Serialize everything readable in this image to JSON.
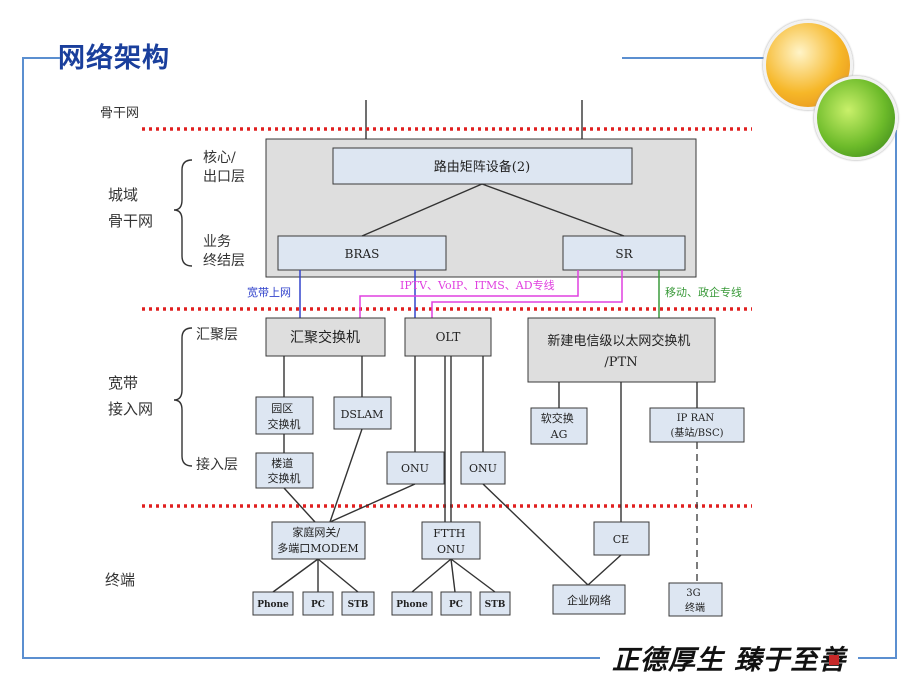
{
  "slide": {
    "title": "网络架构",
    "motto": "正德厚生 臻于至善"
  },
  "layers": {
    "top_cut": "骨干网",
    "metro": "城域\n骨干网",
    "core": "核心/\n出口层",
    "service": "业务\n终结层",
    "broadband": "宽带\n接入网",
    "aggregation": "汇聚层",
    "access": "接入层",
    "terminal": "终端"
  },
  "nodes": {
    "router": "路由矩阵设备(2)",
    "bras": "BRAS",
    "sr": "SR",
    "agg_switch": "汇聚交换机",
    "olt": "OLT",
    "telecom_switch_1": "新建电信级以太网交换机",
    "telecom_switch_2": "/PTN",
    "campus_switch_1": "园区",
    "campus_switch_2": "交换机",
    "dslam": "DSLAM",
    "softswitch_1": "软交换",
    "softswitch_2": "AG",
    "ipran_1": "IP RAN",
    "ipran_2": "(基站/BSC)",
    "building_switch_1": "楼道",
    "building_switch_2": "交换机",
    "onu_a": "ONU",
    "onu_b": "ONU",
    "home_gw_1": "家庭网关/",
    "home_gw_2": "多端口MODEM",
    "ftth_1": "FTTH",
    "ftth_2": "ONU",
    "ce": "CE",
    "phone_1": "Phone",
    "pc_1": "PC",
    "stb_1": "STB",
    "phone_2": "Phone",
    "pc_2": "PC",
    "stb_2": "STB",
    "enterprise": "企业网络",
    "g3_1": "3G",
    "g3_2": "终端"
  },
  "links": {
    "broadband_up": "宽带上网",
    "iptv": "IPTV、VoIP、ITMS、AD专线",
    "mobile": "移动、政企专线"
  },
  "colors": {
    "title": "#1a3f9c",
    "frame": "#5b8fd0",
    "divider": "#e02020",
    "blue_link": "#3344cc",
    "magenta_link": "#e040e0",
    "green_link": "#3a9a3a"
  }
}
